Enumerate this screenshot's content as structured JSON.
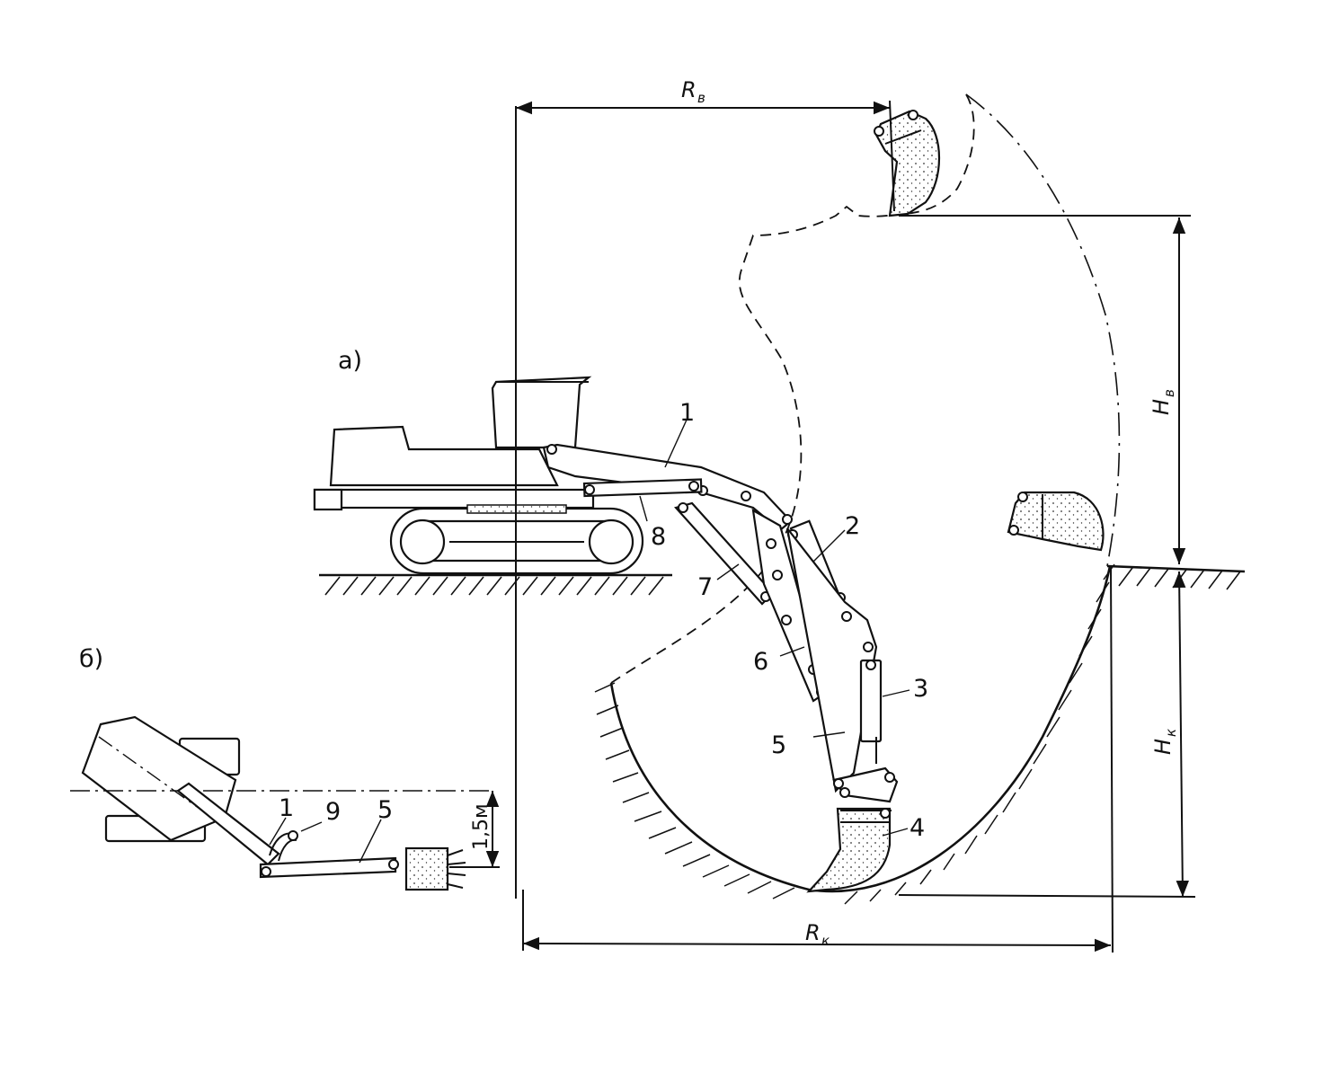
{
  "figure": {
    "panel_a_label": "а)",
    "panel_b_label": "б)",
    "part_labels": {
      "p1": "1",
      "p2": "2",
      "p3": "3",
      "p4": "4",
      "p5": "5",
      "p6": "6",
      "p7": "7",
      "p8": "8"
    },
    "dimension_labels": {
      "rv": "R",
      "rv_sub": "в",
      "hv": "H",
      "hv_sub": "в",
      "hk": "H",
      "hk_sub": "к",
      "rk": "R",
      "rk_sub": "к"
    },
    "panel_b": {
      "part_1": "1",
      "part_9": "9",
      "part_5": "5",
      "depth_label": "1,5м"
    }
  }
}
